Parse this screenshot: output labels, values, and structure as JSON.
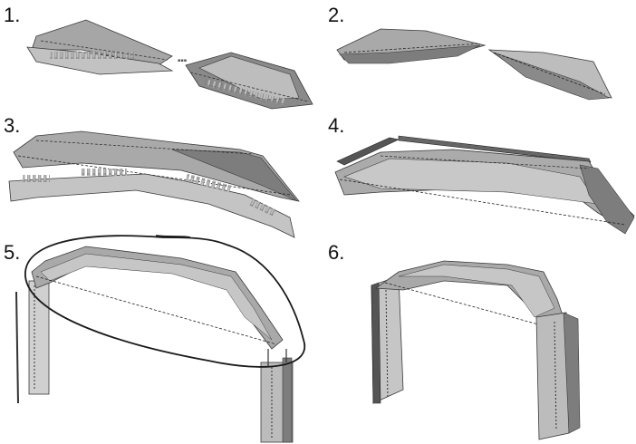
{
  "steps": [
    {
      "label": "1."
    },
    {
      "label": "2."
    },
    {
      "label": "3."
    },
    {
      "label": "4."
    },
    {
      "label": "5."
    },
    {
      "label": "6."
    }
  ],
  "colors": {
    "panel_light": "#c9c9c9",
    "panel_mid": "#a9a9a9",
    "panel_dark": "#7d7d7d",
    "edge": "#3a3a3a",
    "annotation": "#1a1a1a"
  },
  "annotation": {
    "shape": "hand-drawn-ellipse",
    "target_step": "5."
  }
}
